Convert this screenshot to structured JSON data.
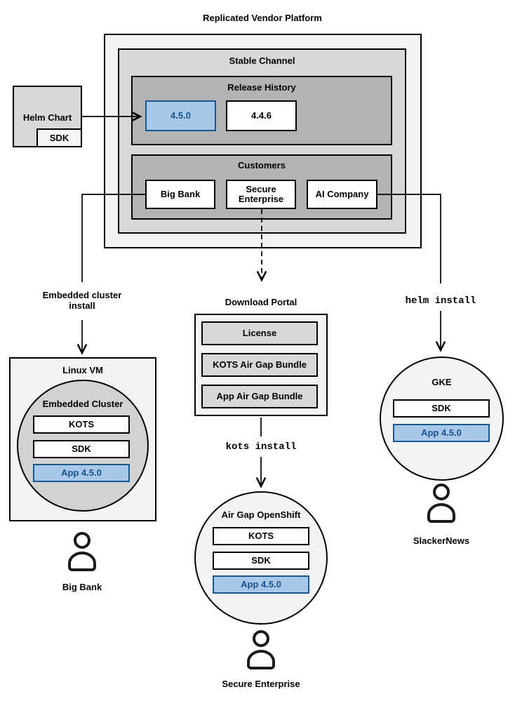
{
  "title": "Replicated Vendor Platform",
  "platform": {
    "stable_channel": {
      "title": "Stable Channel",
      "release_history": {
        "title": "Release History",
        "releases": [
          {
            "version": "4.5.0",
            "highlighted": true
          },
          {
            "version": "4.4.6",
            "highlighted": false
          }
        ]
      },
      "customers": {
        "title": "Customers",
        "items": [
          {
            "name": "Big Bank"
          },
          {
            "name": "Secure Enterprise"
          },
          {
            "name": "AI Company"
          }
        ]
      }
    }
  },
  "helm_chart": {
    "title": "Helm Chart",
    "sdk": "SDK"
  },
  "edge_labels": {
    "embedded_install": "Embedded cluster install",
    "download_portal": "Download Portal",
    "kots_install": "kots install",
    "helm_install": "helm install"
  },
  "download_portal": {
    "items": [
      {
        "name": "License"
      },
      {
        "name": "KOTS Air Gap Bundle"
      },
      {
        "name": "App Air Gap Bundle"
      }
    ]
  },
  "deployments": {
    "linux_vm": {
      "title": "Linux VM",
      "cluster_title": "Embedded Cluster",
      "components": [
        {
          "name": "KOTS",
          "highlighted": false
        },
        {
          "name": "SDK",
          "highlighted": false
        },
        {
          "name": "App 4.5.0",
          "highlighted": true
        }
      ],
      "user": "Big Bank"
    },
    "air_gap_openshift": {
      "title": "Air Gap OpenShift",
      "components": [
        {
          "name": "KOTS",
          "highlighted": false
        },
        {
          "name": "SDK",
          "highlighted": false
        },
        {
          "name": "App 4.5.0",
          "highlighted": true
        }
      ],
      "user": "Secure Enterprise"
    },
    "gke": {
      "title": "GKE",
      "components": [
        {
          "name": "SDK",
          "highlighted": false
        },
        {
          "name": "App 4.5.0",
          "highlighted": true
        }
      ],
      "user": "SlackerNews"
    }
  },
  "colors": {
    "highlight_fill": "#a9c7e9",
    "highlight_border": "#19578f",
    "highlight_text": "#16538c",
    "line": "#000000"
  }
}
